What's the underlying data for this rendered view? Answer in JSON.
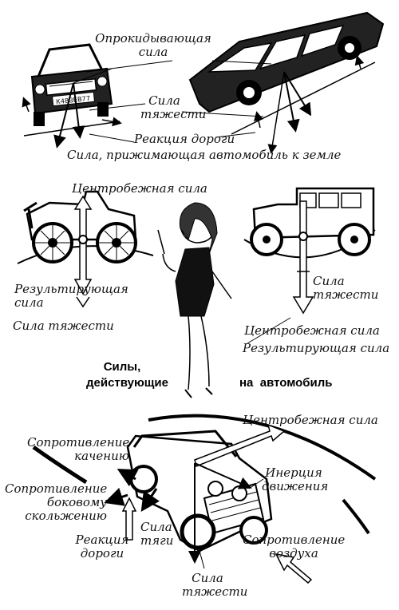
{
  "caption": {
    "line1": "Силы,",
    "line2": "действующие",
    "line3": "на  автомобиль"
  },
  "plate_text": "К483ЕВ77",
  "panel1": {
    "overturning_force": [
      "Опрокидывающая",
      "сила"
    ],
    "gravity": [
      "Сила",
      "тяжести"
    ],
    "road_reaction": "Реакция дороги",
    "downforce": "Сила, прижимающая автомобиль к земле"
  },
  "panel2": {
    "centrifugal": "Центробежная сила",
    "resultant": [
      "Результирующая",
      "сила"
    ],
    "gravity": "Сила тяжести"
  },
  "panel3": {
    "gravity": [
      "Сила",
      "тяжести"
    ],
    "centrifugal": "Центробежная сила",
    "resultant": "Результирующая сила"
  },
  "panel4": {
    "centrifugal": "Центробежная сила",
    "rolling_resistance": [
      "Сопротивление",
      "качению"
    ],
    "inertia": [
      "Инерция",
      "движения"
    ],
    "side_slip_resistance": [
      "Сопротивление",
      "боковому",
      "скольжению"
    ],
    "traction": [
      "Сила",
      "тяги"
    ],
    "road_reaction": [
      "Реакция",
      "дороги"
    ],
    "air_resistance": [
      "Сопротивление",
      "воздуха"
    ],
    "gravity": [
      "Сила",
      "тяжести"
    ]
  }
}
